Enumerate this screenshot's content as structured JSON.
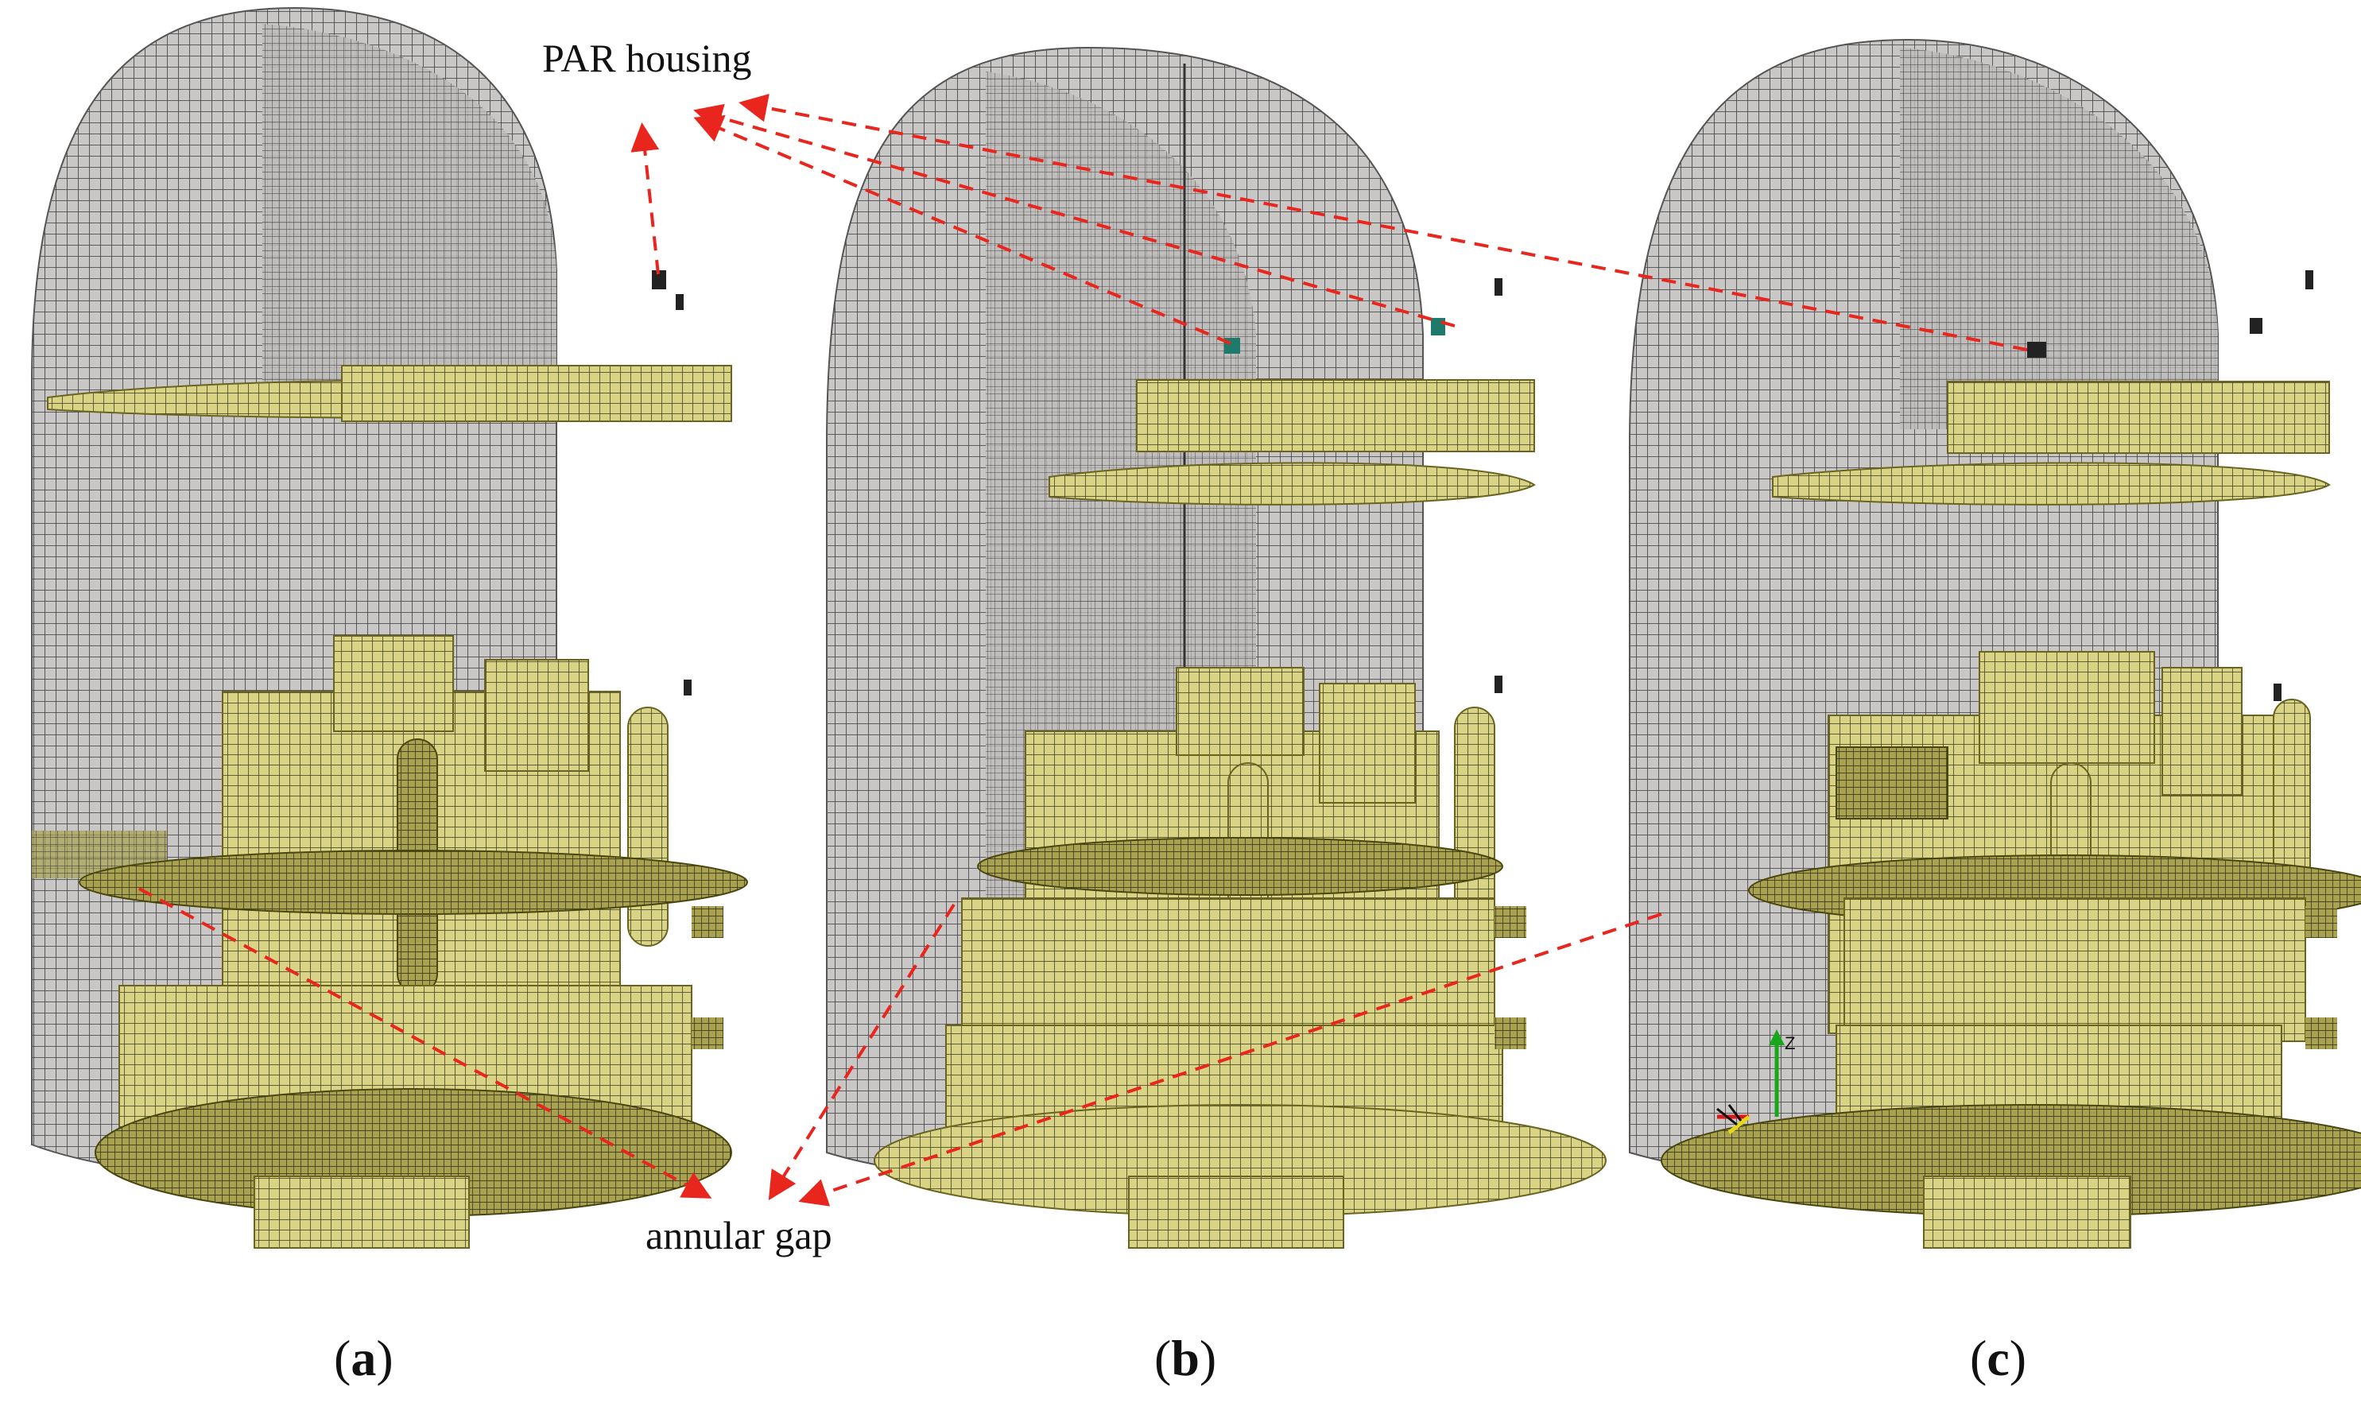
{
  "annotations": {
    "par_housing": "PAR housing",
    "annular_gap": "annular gap"
  },
  "panels": [
    {
      "id": "a",
      "open": "(",
      "letter": "a",
      "close": ")"
    },
    {
      "id": "b",
      "open": "(",
      "letter": "b",
      "close": ")"
    },
    {
      "id": "c",
      "open": "(",
      "letter": "c",
      "close": ")"
    }
  ],
  "colors": {
    "shell": "#c8c6c4",
    "shell_dark": "#8c8a88",
    "mesh_line": "#3a3a3a",
    "internals": "#dcd68a",
    "internals_dark": "#8f8a3e",
    "arrow": "#e8261e",
    "axis_z": "#1aa61a",
    "axis_x": "#d81a1a",
    "axis_y": "#e8d81a"
  },
  "axis_triad": {
    "z_label": "Z"
  }
}
